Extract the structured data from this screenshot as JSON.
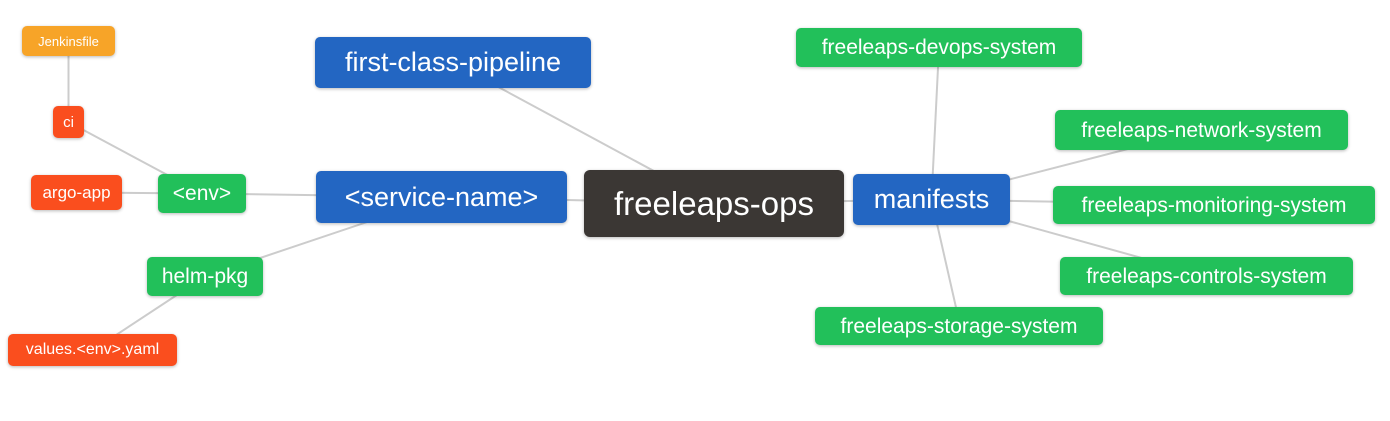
{
  "diagram": {
    "type": "mindmap",
    "palette": {
      "background": "#ffffff",
      "edge": "#cccccc",
      "node_text": "#ffffff",
      "blue": "#2366c2",
      "green": "#22c05a",
      "red": "#fa4e1e",
      "orange": "#f7a428",
      "dark": "#3b3734"
    },
    "nodes": {
      "freeleaps_ops": {
        "label": "freeleaps-ops",
        "color": "dark"
      },
      "first_class_pipeline": {
        "label": "first-class-pipeline",
        "color": "blue"
      },
      "service_name": {
        "label": "<service-name>",
        "color": "blue"
      },
      "manifests": {
        "label": "manifests",
        "color": "blue"
      },
      "env": {
        "label": "<env>",
        "color": "green"
      },
      "helm_pkg": {
        "label": "helm-pkg",
        "color": "green"
      },
      "ci": {
        "label": "ci",
        "color": "red"
      },
      "argo_app": {
        "label": "argo-app",
        "color": "red"
      },
      "jenkinsfile": {
        "label": "Jenkinsfile",
        "color": "orange"
      },
      "values_env_yaml": {
        "label": "values.<env>.yaml",
        "color": "red"
      },
      "devops_system": {
        "label": "freeleaps-devops-system",
        "color": "green"
      },
      "network_system": {
        "label": "freeleaps-network-system",
        "color": "green"
      },
      "monitoring_system": {
        "label": "freeleaps-monitoring-system",
        "color": "green"
      },
      "controls_system": {
        "label": "freeleaps-controls-system",
        "color": "green"
      },
      "storage_system": {
        "label": "freeleaps-storage-system",
        "color": "green"
      }
    },
    "edges": [
      [
        "jenkinsfile",
        "ci"
      ],
      [
        "ci",
        "env"
      ],
      [
        "argo_app",
        "env"
      ],
      [
        "env",
        "service_name"
      ],
      [
        "helm_pkg",
        "service_name"
      ],
      [
        "values_env_yaml",
        "helm_pkg"
      ],
      [
        "first_class_pipeline",
        "freeleaps_ops"
      ],
      [
        "service_name",
        "freeleaps_ops"
      ],
      [
        "freeleaps_ops",
        "manifests"
      ],
      [
        "manifests",
        "devops_system"
      ],
      [
        "manifests",
        "network_system"
      ],
      [
        "manifests",
        "monitoring_system"
      ],
      [
        "manifests",
        "controls_system"
      ],
      [
        "manifests",
        "storage_system"
      ]
    ]
  }
}
